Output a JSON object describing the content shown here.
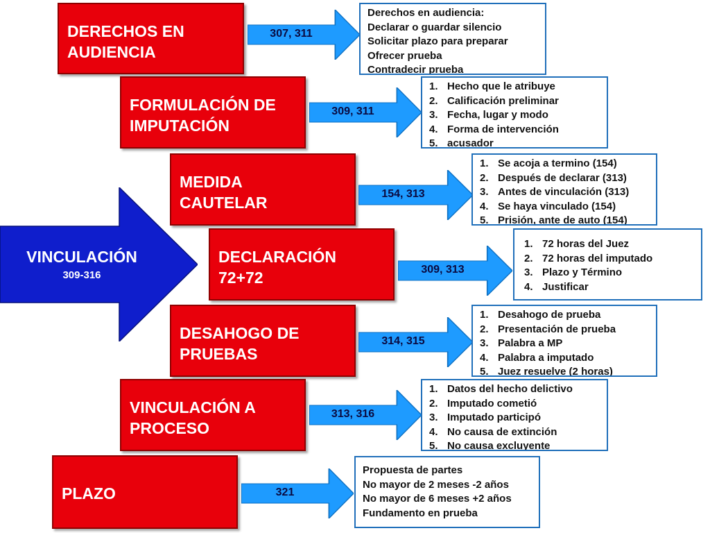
{
  "main": {
    "title": "VINCULACIÓN",
    "range": "309-316"
  },
  "colors": {
    "red": "#e8000b",
    "blue_arrow": "#0f1ecc",
    "light_blue_arrow": "#1e9bff",
    "box_border": "#1f6fba"
  },
  "steps": [
    {
      "name": "derechos",
      "label_lines": [
        "DERECHOS EN",
        "AUDIENCIA"
      ],
      "articles": "307, 311",
      "list_style": "plain",
      "items": [
        "Derechos en audiencia:",
        "Declarar o guardar silencio",
        "Solicitar plazo para preparar",
        "Ofrecer prueba",
        "Contradecir prueba"
      ]
    },
    {
      "name": "imputacion",
      "label_lines": [
        "FORMULACIÓN DE",
        "IMPUTACIÓN"
      ],
      "articles": "309, 311",
      "list_style": "numbered",
      "items": [
        "Hecho que le atribuye",
        "Calificación preliminar",
        "Fecha, lugar y modo",
        "Forma de intervención",
        "acusador"
      ]
    },
    {
      "name": "medida",
      "label_lines": [
        "MEDIDA",
        "CAUTELAR"
      ],
      "articles": "154, 313",
      "list_style": "numbered",
      "items": [
        "Se acoja a termino (154)",
        "Después de declarar (313)",
        "Antes de vinculación (313)",
        "Se haya vinculado (154)",
        "Prisión, ante de auto (154)"
      ]
    },
    {
      "name": "declaracion",
      "label_lines": [
        "DECLARACIÓN",
        "72+72"
      ],
      "articles": "309, 313",
      "list_style": "numbered",
      "items": [
        "72 horas del Juez",
        "72 horas del imputado",
        "Plazo y Término",
        "Justificar"
      ]
    },
    {
      "name": "desahogo",
      "label_lines": [
        "DESAHOGO DE",
        "PRUEBAS"
      ],
      "articles": "314, 315",
      "list_style": "numbered",
      "items": [
        "Desahogo de prueba",
        "Presentación de prueba",
        "Palabra a MP",
        "Palabra a imputado",
        "Juez resuelve (2 horas)"
      ]
    },
    {
      "name": "proceso",
      "label_lines": [
        "VINCULACIÓN A",
        "PROCESO"
      ],
      "articles": "313, 316",
      "list_style": "numbered",
      "items": [
        "Datos del hecho delictivo",
        "Imputado cometió",
        "Imputado participó",
        "No causa de extinción",
        "No causa excluyente"
      ]
    },
    {
      "name": "plazo",
      "label_lines": [
        "PLAZO"
      ],
      "articles": "321",
      "list_style": "plain",
      "items": [
        "Propuesta de partes",
        "No mayor de 2 meses -2 años",
        "No mayor de 6 meses +2 años",
        "Fundamento en prueba"
      ]
    }
  ]
}
